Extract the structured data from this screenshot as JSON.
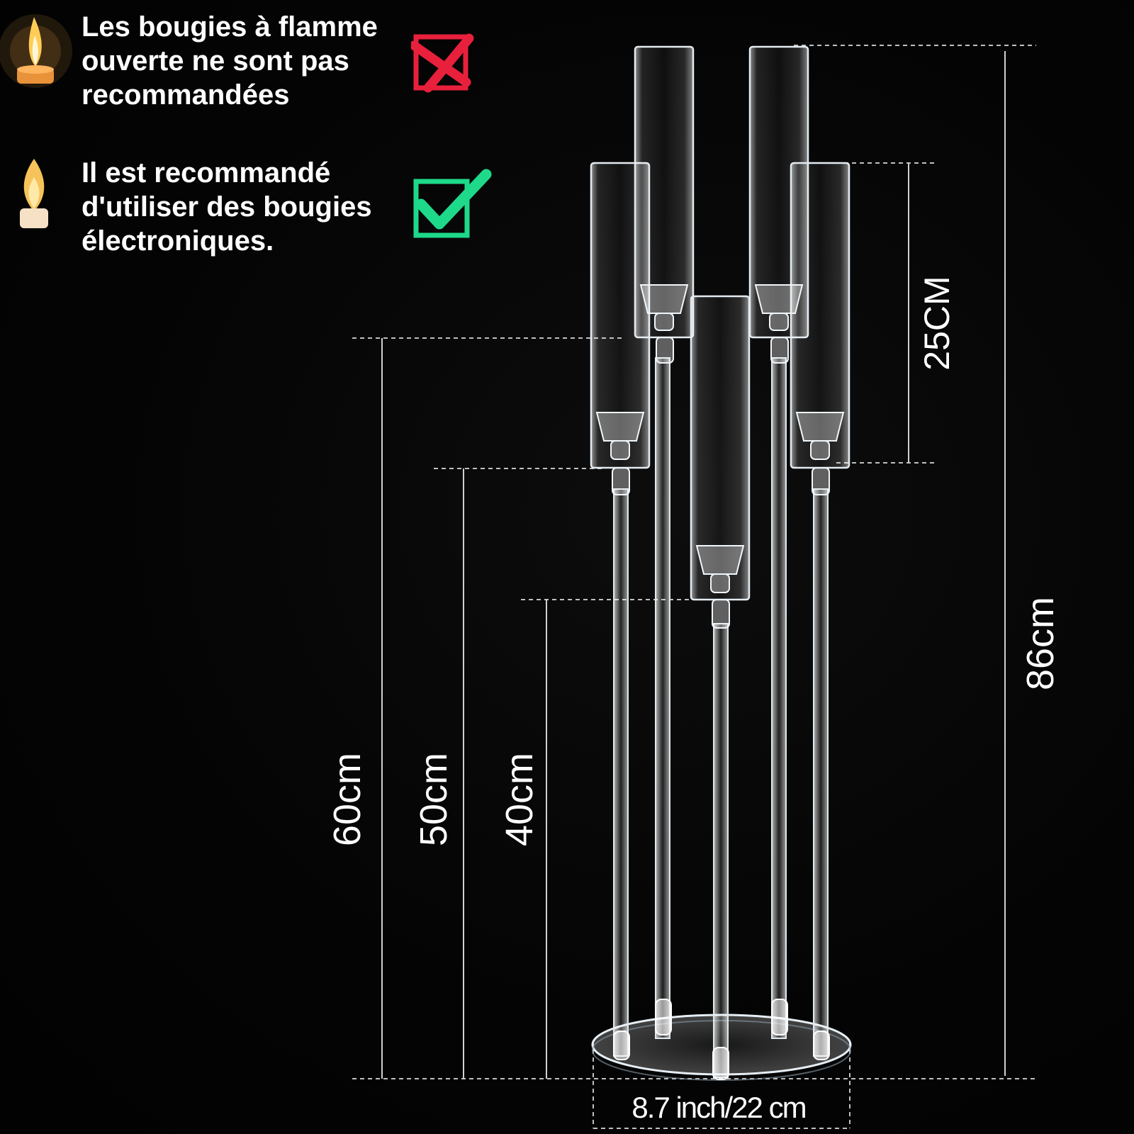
{
  "notes": {
    "open_flame": {
      "text": "Les bougies à flamme\nouverte ne sont pas\nrecommandées",
      "icon": "open-flame-candle-icon",
      "mark_icon": "red-cross-mark-icon",
      "mark_color": "#e8203c"
    },
    "electronic": {
      "text": "Il est recommandé\nd'utiliser des bougies\nélectroniques.",
      "icon": "led-candle-icon",
      "mark_icon": "green-check-mark-icon",
      "mark_color": "#1ed98a"
    }
  },
  "dimensions": {
    "height_60": "60cm",
    "height_50": "50cm",
    "height_40": "40cm",
    "cylinder_25": "25CM",
    "total_86": "86cm",
    "base_width": "8.7 inch/22 cm"
  },
  "colors": {
    "background": "#050505",
    "text": "#ffffff",
    "acrylic": "#d8e4ec"
  }
}
